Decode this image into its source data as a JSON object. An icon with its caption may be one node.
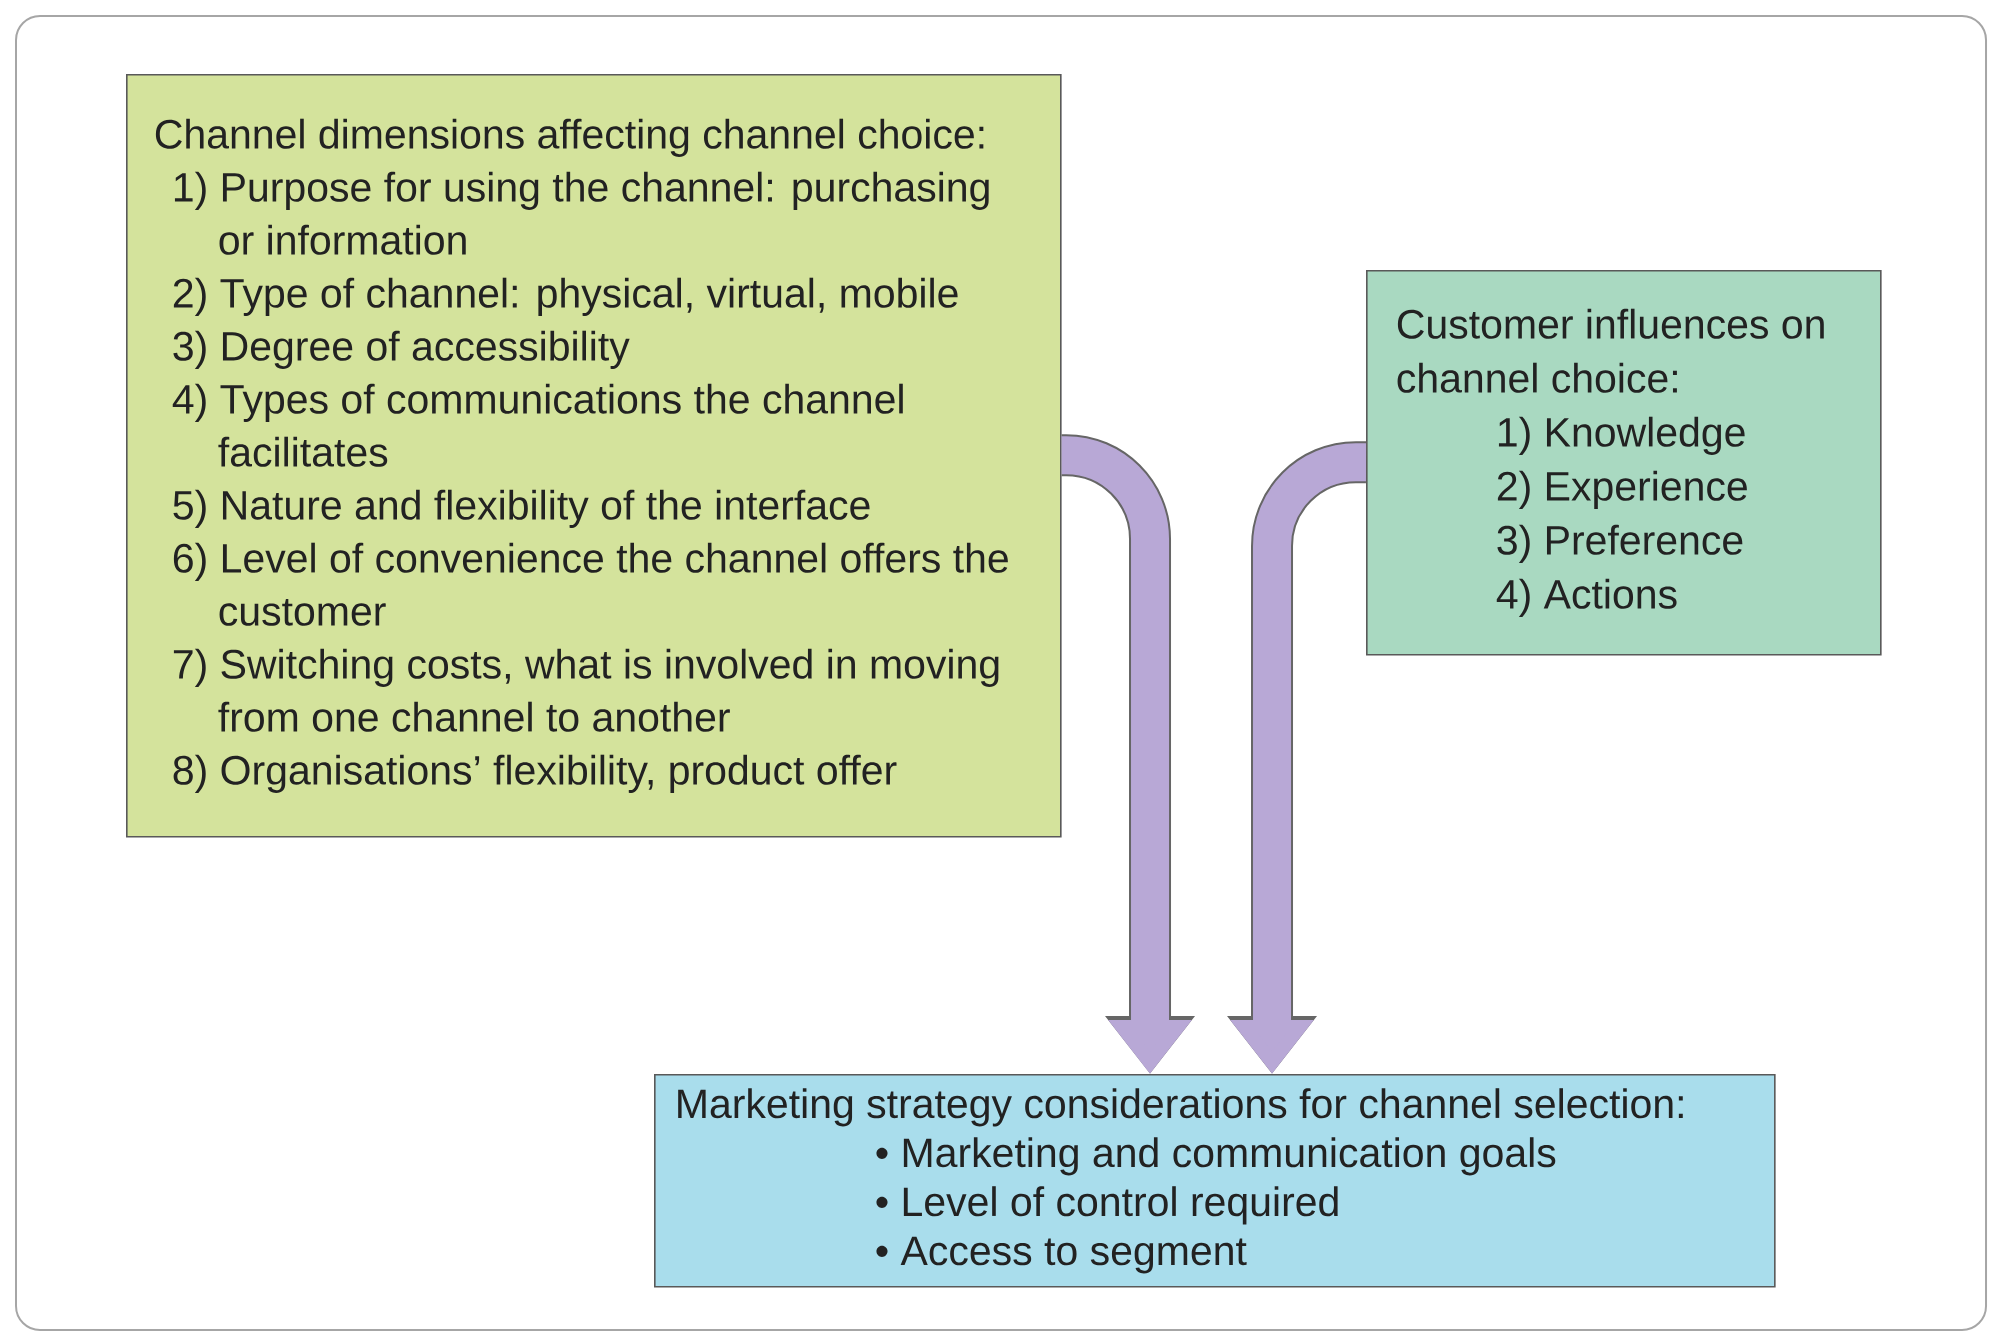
{
  "diagram": {
    "nodes": [
      {
        "text": [
          "Channel dimensions affecting channel choice:",
          "1) Purpose for using the channel: purchasing or information",
          "2) Type of channel: physical, virtual, mobile",
          "3) Degree of accessibility",
          "4) Types of communications the channel facilitates",
          "5) Nature and flexibility of the interface",
          "6) Level of convenience the channel offers the customer",
          "7) Switching costs, what is involved in moving from one channel to another",
          "8) Organisations’ flexibility, product offer"
        ]
      },
      {
        "text": [
          "Customer influences on channel choice:",
          "1) Knowledge",
          "2) Experience",
          "3) Preference",
          "4) Actions"
        ]
      },
      {
        "text": [
          "Marketing strategy considerations for channel selection:",
          "• Marketing and communication goals",
          "• Level of control required",
          "• Access to segment"
        ]
      }
    ],
    "edges": [
      {
        "from": 0,
        "to": 2,
        "arrow": "to"
      },
      {
        "from": 1,
        "to": 2,
        "arrow": "to"
      }
    ]
  }
}
